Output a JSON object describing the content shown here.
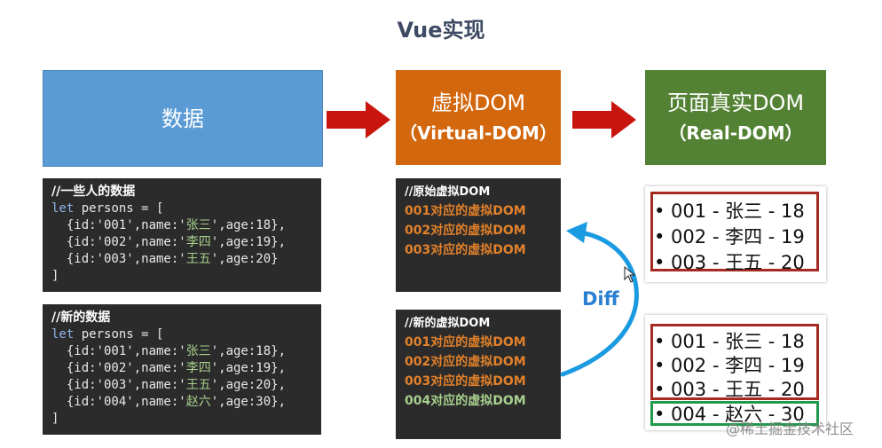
{
  "title": "Vue实现",
  "boxes": {
    "data": {
      "label": "数据"
    },
    "virtual_dom": {
      "line1": "虚拟DOM",
      "line2": "（Virtual-DOM）"
    },
    "real_dom": {
      "line1": "页面真实DOM",
      "line2": "（Real-DOM）"
    }
  },
  "code1": {
    "comment": "//一些人的数据",
    "let_kw": "let",
    "decl": " persons = [",
    "rows": [
      {
        "pre": "  {id:'001',name:'",
        "name": "张三",
        "post": "',age:18},"
      },
      {
        "pre": "  {id:'002',name:'",
        "name": "李四",
        "post": "',age:19},"
      },
      {
        "pre": "  {id:'003',name:'",
        "name": "王五",
        "post": "',age:20}"
      }
    ],
    "close": "]"
  },
  "code2": {
    "comment": "//新的数据",
    "let_kw": "let",
    "decl": " persons = [",
    "rows": [
      {
        "pre": "  {id:'001',name:'",
        "name": "张三",
        "post": "',age:18},"
      },
      {
        "pre": "  {id:'002',name:'",
        "name": "李四",
        "post": "',age:19},"
      },
      {
        "pre": "  {id:'003',name:'",
        "name": "王五",
        "post": "',age:20},"
      },
      {
        "pre": "  {id:'004',name:'",
        "name": "赵六",
        "post": "',age:30},"
      }
    ],
    "close": "]"
  },
  "vdom_old": {
    "header": "//原始虚拟DOM",
    "lines": [
      "001对应的虚拟DOM",
      "002对应的虚拟DOM",
      "003对应的虚拟DOM"
    ]
  },
  "vdom_new": {
    "header": "//新的虚拟DOM",
    "lines": [
      "001对应的虚拟DOM",
      "002对应的虚拟DOM",
      "003对应的虚拟DOM",
      "004对应的虚拟DOM"
    ]
  },
  "diff_label": "Diff",
  "real_list_old": [
    "• 001 - 张三 - 18",
    "• 002 - 李四 - 19",
    "• 003 - 王五 - 20"
  ],
  "real_list_new": [
    "• 001 - 张三 - 18",
    "• 002 - 李四 - 19",
    "• 003 - 王五 - 20",
    "• 004 - 赵六 - 30"
  ],
  "watermark": "@稀土掘金技术社区",
  "colors": {
    "data_box": "#5b9bd5",
    "vdom_box": "#d2670e",
    "real_box": "#548235",
    "arrow": "#c8160e",
    "diff": "#1a9ae0",
    "frame_red": "#a52a22",
    "frame_green": "#1e9a4a"
  }
}
